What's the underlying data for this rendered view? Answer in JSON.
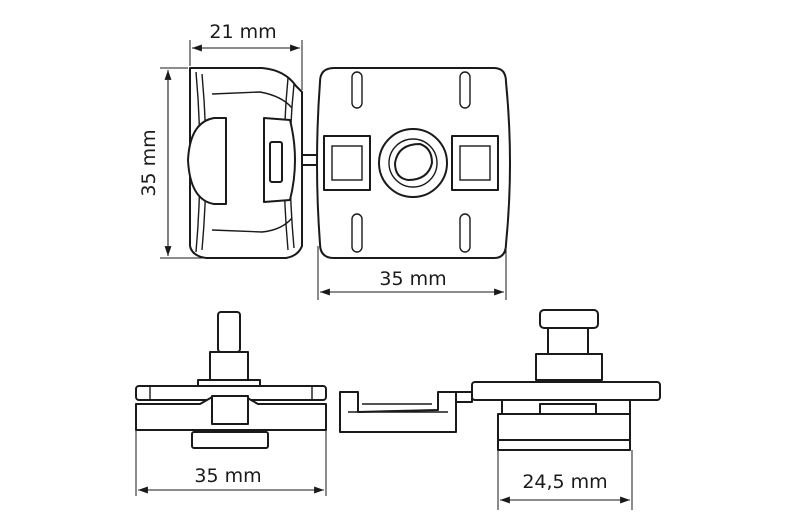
{
  "dimensions": {
    "side_width": "21 mm",
    "side_height": "35 mm",
    "front_width": "35 mm",
    "bottom_left_width": "35 mm",
    "bottom_right_width": "24,5 mm"
  }
}
